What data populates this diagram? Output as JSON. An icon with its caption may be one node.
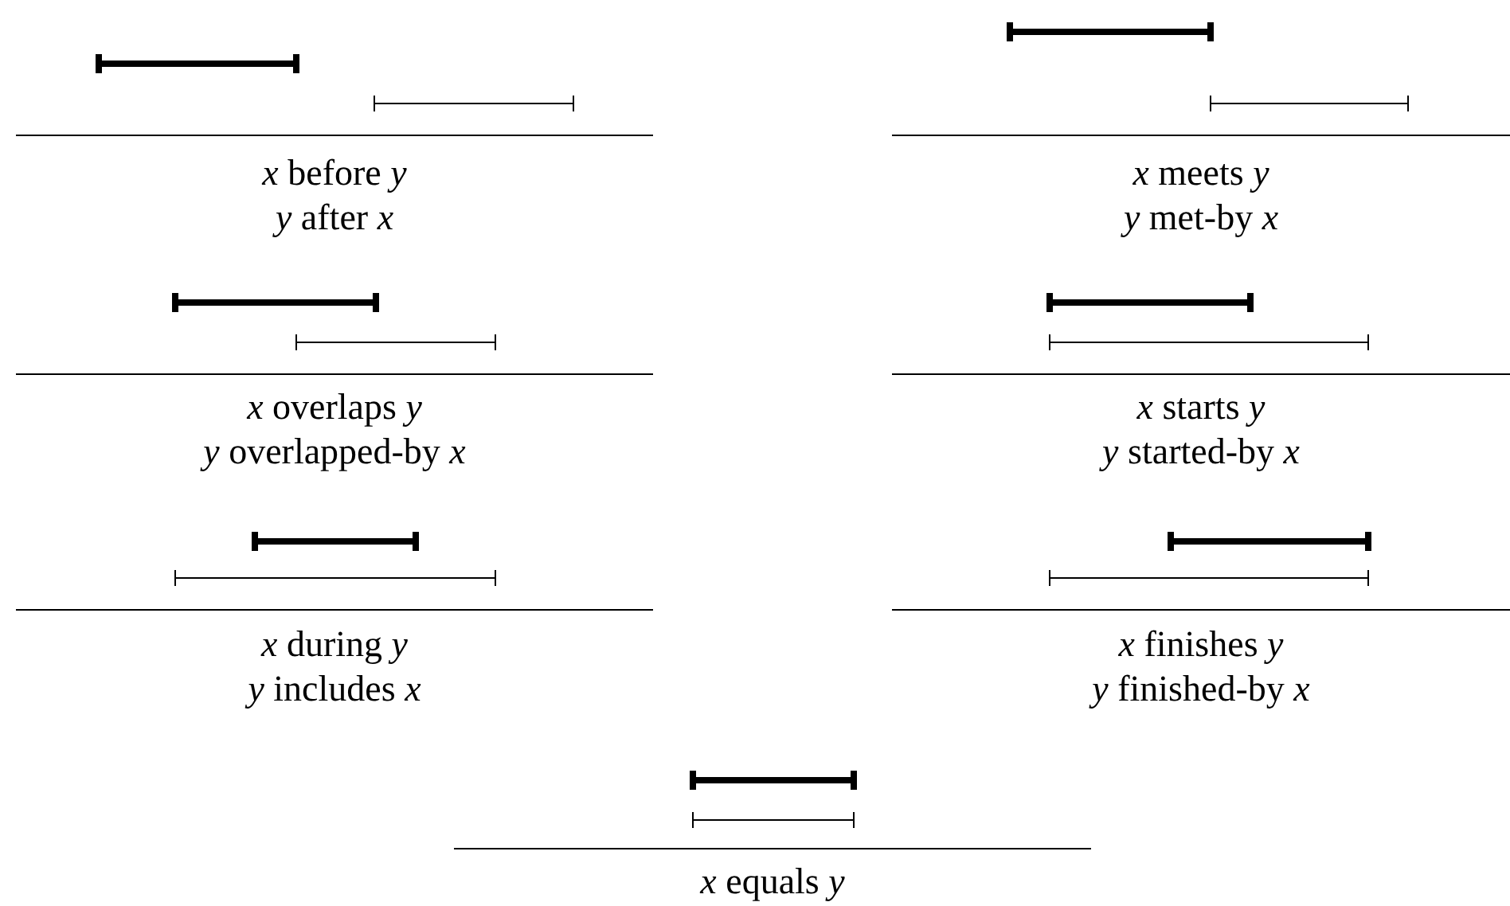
{
  "diagram": {
    "labels": [
      "*x* before *y*",
      "*y* after *x*",
      "*x* meets *y*",
      "*y* met-by *x*",
      "*x* overlaps *y*",
      "*y* overlapped-by *x*",
      "*x* starts *y*",
      "*y* started-by *x*",
      "*x* during *y*",
      "*y* includes *x*",
      "*x* finishes *y*",
      "*y* finished-by *x*",
      "*x* equals *y*"
    ]
  }
}
